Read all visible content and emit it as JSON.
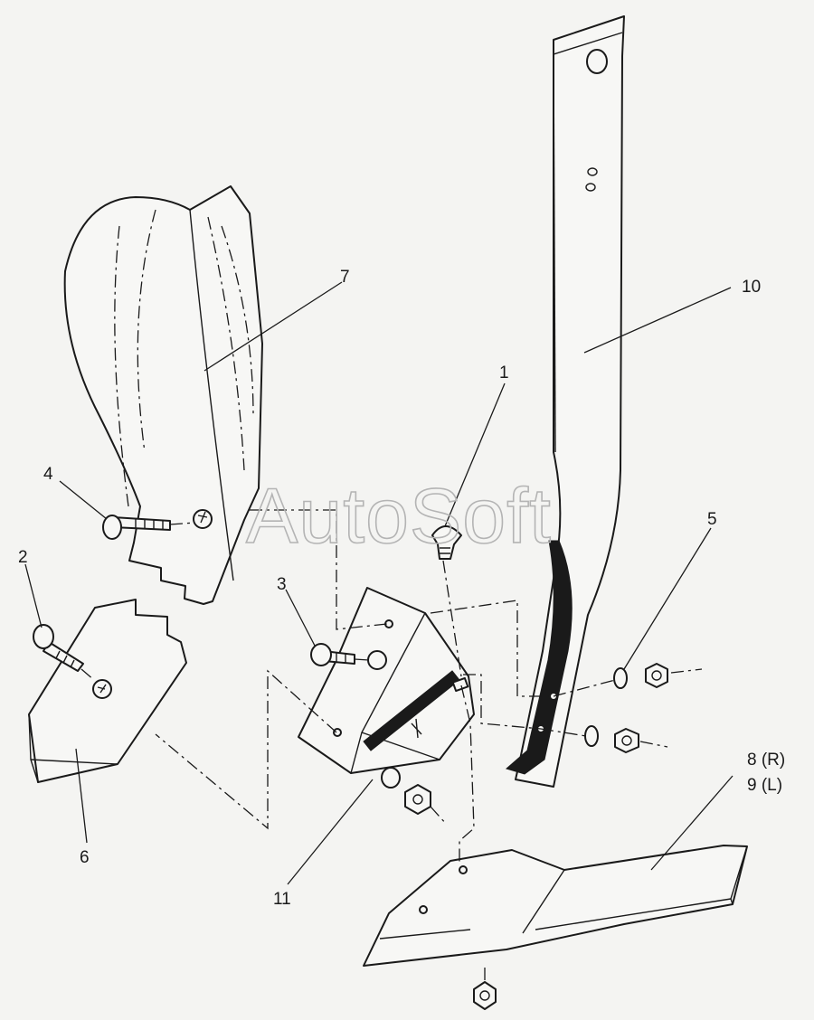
{
  "watermark": "AutoSoft",
  "callouts": {
    "c1": "1",
    "c2": "2",
    "c3": "3",
    "c4": "4",
    "c5": "5",
    "c6": "6",
    "c7": "7",
    "c8": "8 (R)",
    "c9": "9 (L)",
    "c10": "10",
    "c11": "11"
  }
}
